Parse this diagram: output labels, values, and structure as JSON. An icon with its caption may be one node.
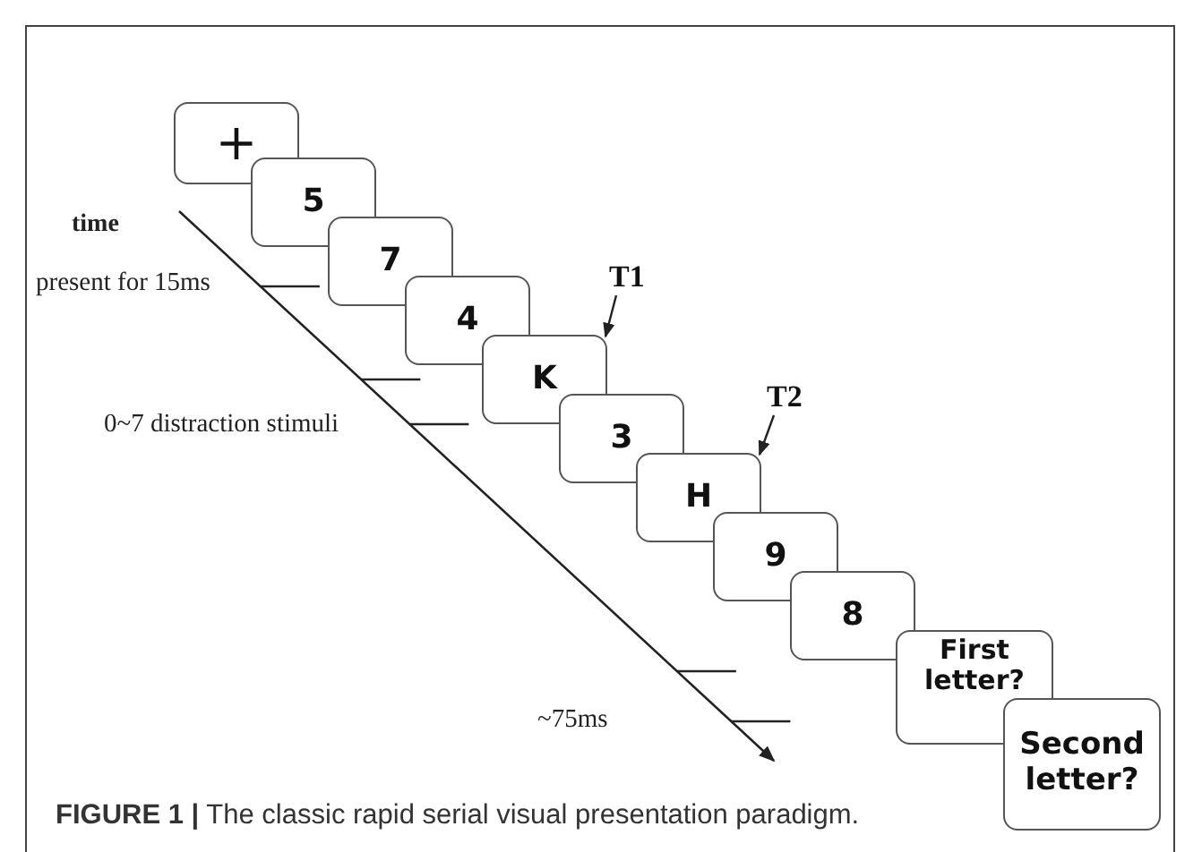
{
  "diagram": {
    "caption": "**FIGURE 1 |** The classic rapid serial visual presentation paradigm.",
    "nodes": [
      {
        "text": [
          "+"
        ]
      },
      {
        "text": [
          "5"
        ]
      },
      {
        "text": [
          "7"
        ]
      },
      {
        "text": [
          "4"
        ]
      },
      {
        "text": [
          "K"
        ]
      },
      {
        "text": [
          "3"
        ]
      },
      {
        "text": [
          "H"
        ]
      },
      {
        "text": [
          "9"
        ]
      },
      {
        "text": [
          "8"
        ]
      },
      {
        "text": [
          "First letter?"
        ]
      },
      {
        "text": [
          "Second letter?"
        ]
      },
      {
        "text": [
          "T1"
        ]
      },
      {
        "text": [
          "T2"
        ]
      }
    ],
    "edges": [
      {
        "from": 11,
        "to": 4,
        "arrow": "to"
      },
      {
        "from": 12,
        "to": 6,
        "arrow": "to"
      }
    ],
    "labels": [
      "time",
      "present for 15ms",
      "0~7 distraction stimuli",
      "~75ms"
    ]
  }
}
